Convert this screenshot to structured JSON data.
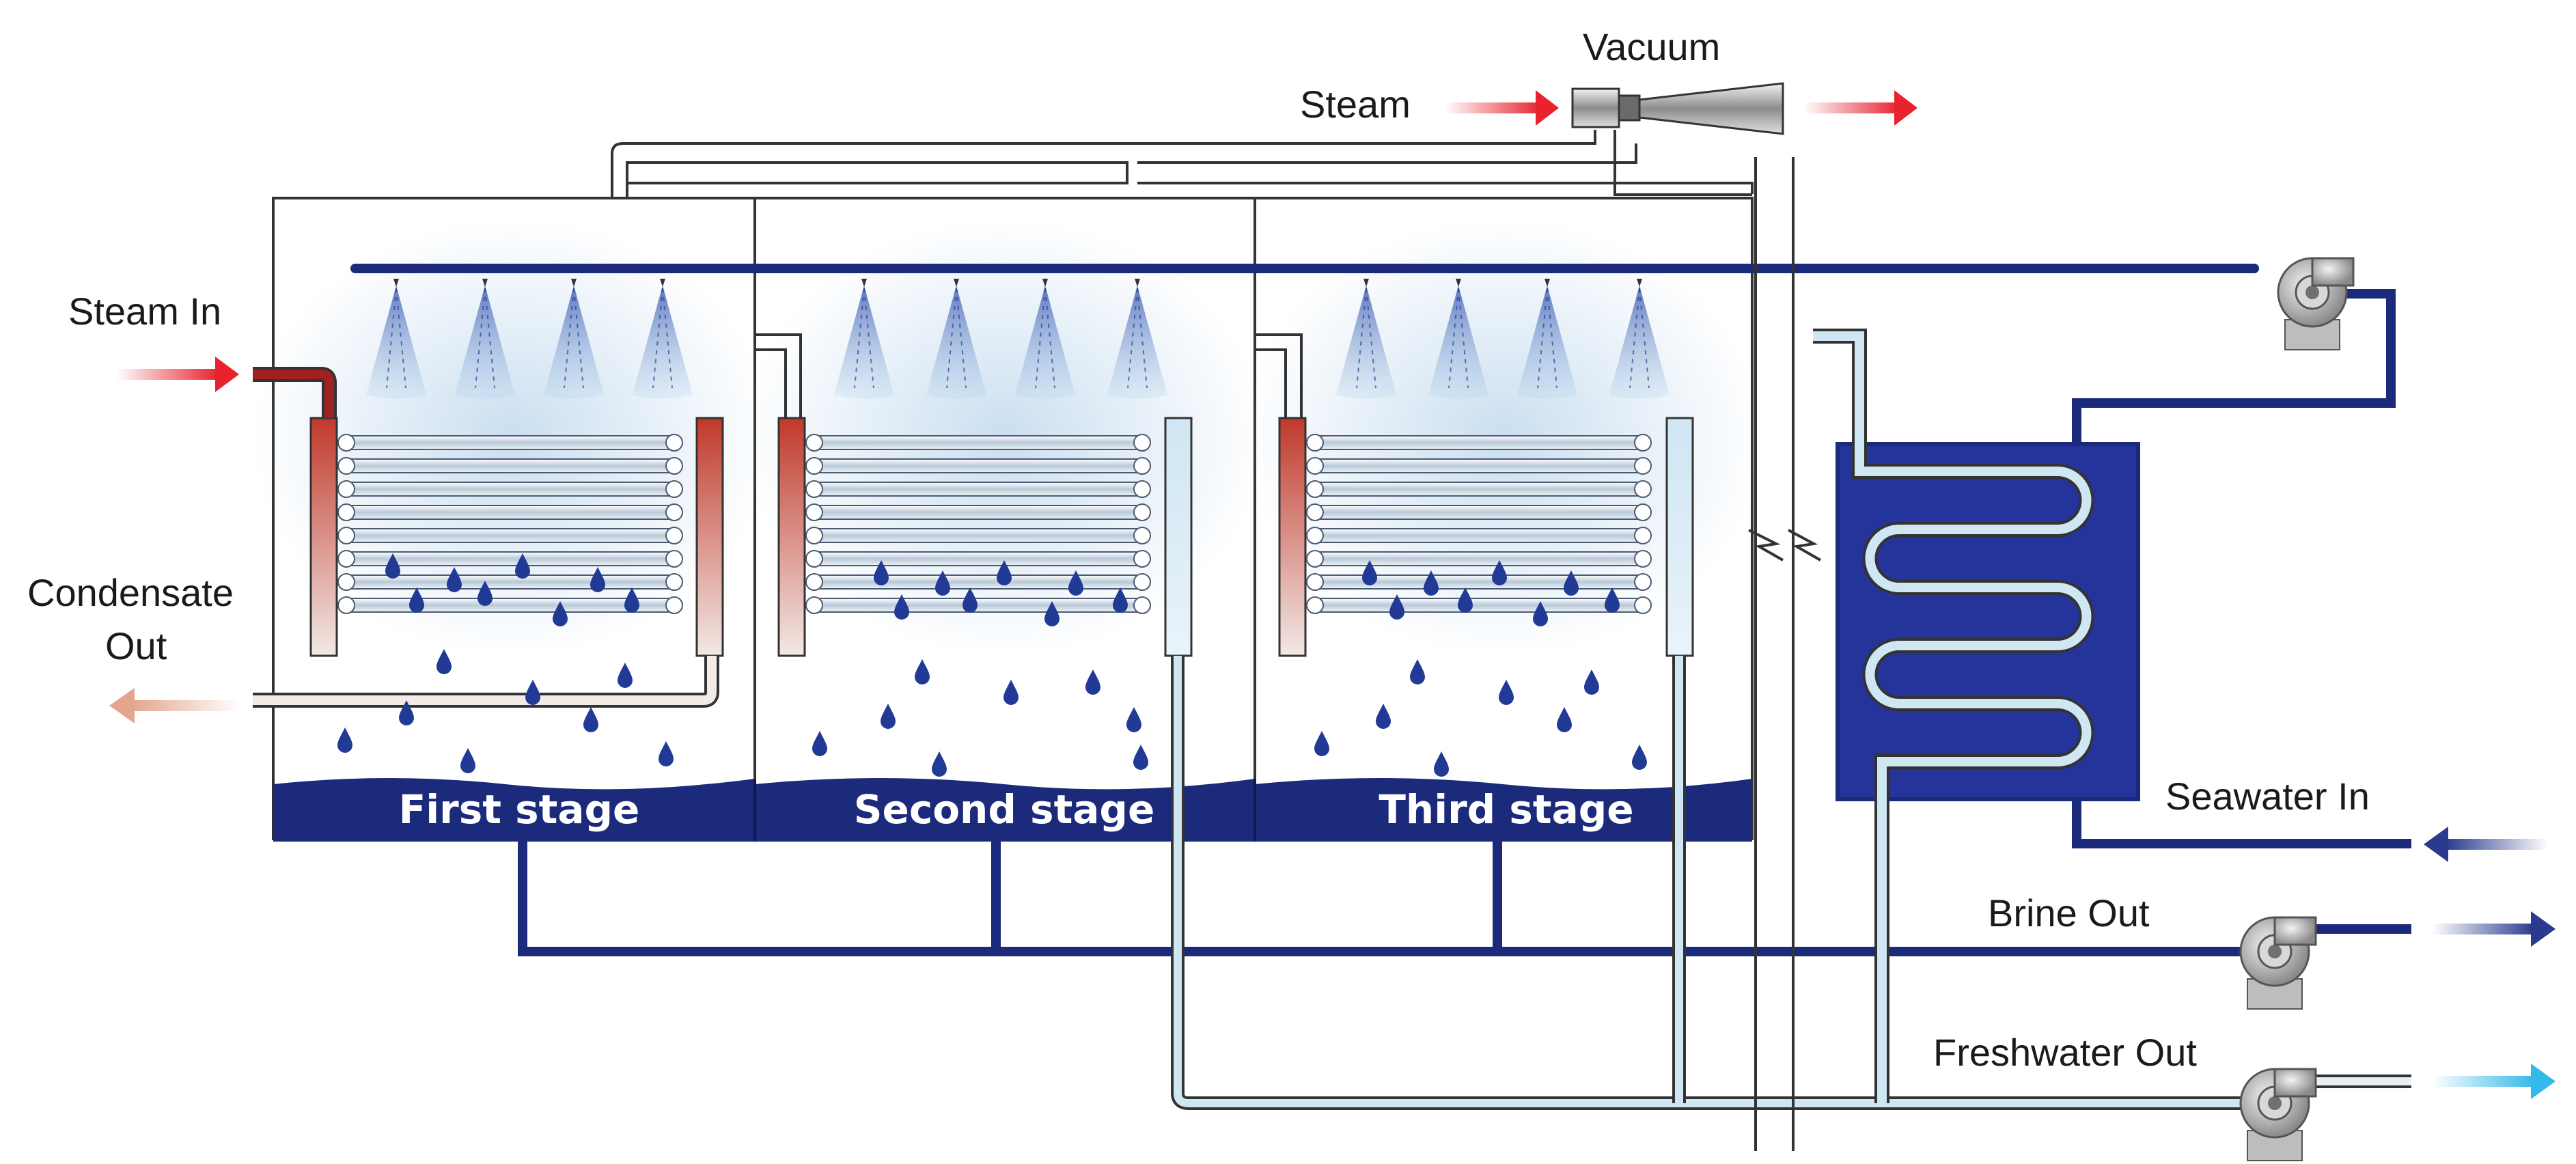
{
  "labels": {
    "steam": "Steam",
    "vacuum": "Vacuum",
    "steam_in": "Steam In",
    "condensate_out_line1": "Condensate",
    "condensate_out_line2": "Out",
    "seawater_in": "Seawater In",
    "brine_out": "Brine Out",
    "freshwater_out": "Freshwater Out"
  },
  "stages": [
    {
      "label": "First stage"
    },
    {
      "label": "Second stage"
    },
    {
      "label": "Third stage"
    }
  ],
  "colors": {
    "navy": "#1b2a7a",
    "steam_red": "#e8232f",
    "light_pipe": "#cfe6f3",
    "freshwater_blue": "#35b8ea",
    "condensate": "#e3a58c",
    "mist": "#9fc4e4",
    "drop": "#213a95",
    "pump_gray": "#9c9c9c"
  }
}
